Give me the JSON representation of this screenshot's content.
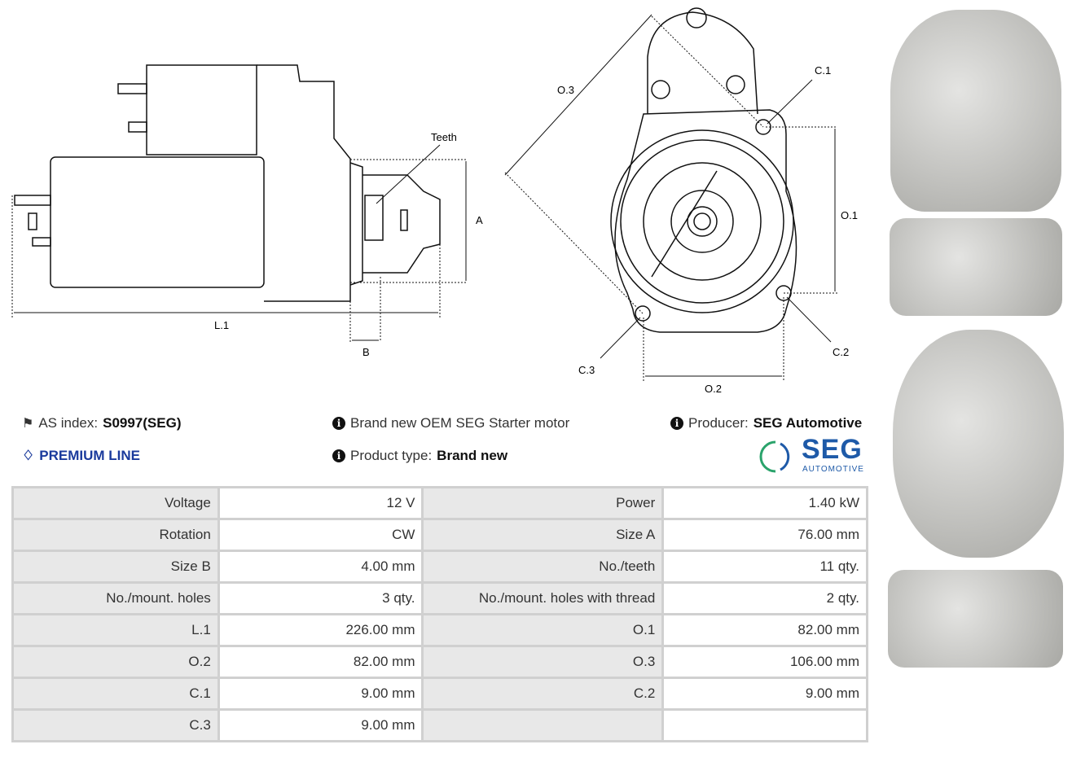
{
  "drawing_labels": {
    "teeth": "Teeth",
    "a": "A",
    "b": "B",
    "l1": "L.1",
    "o1": "O.1",
    "o2": "O.2",
    "o3": "O.3",
    "c1": "C.1",
    "c2": "C.2",
    "c3": "C.3"
  },
  "info": {
    "as_index_label": "AS index:",
    "as_index_value": "S0997(SEG)",
    "premium": "PREMIUM LINE",
    "description": "Brand new OEM SEG Starter motor",
    "product_type_label": "Product type:",
    "product_type_value": "Brand new",
    "producer_label": "Producer:",
    "producer_value": "SEG Automotive",
    "logo_text": "SEG",
    "logo_sub": "AUTOMOTIVE"
  },
  "colors": {
    "premium": "#1a3a9c",
    "logo_blue": "#1e5aa8",
    "logo_green": "#2aa36b"
  },
  "specs": [
    [
      "Voltage",
      "12 V",
      "Power",
      "1.40 kW"
    ],
    [
      "Rotation",
      "CW",
      "Size A",
      "76.00 mm"
    ],
    [
      "Size B",
      "4.00 mm",
      "No./teeth",
      "11 qty."
    ],
    [
      "No./mount. holes",
      "3 qty.",
      "No./mount. holes with thread",
      "2 qty."
    ],
    [
      "L.1",
      "226.00 mm",
      "O.1",
      "82.00 mm"
    ],
    [
      "O.2",
      "82.00 mm",
      "O.3",
      "106.00 mm"
    ],
    [
      "C.1",
      "9.00 mm",
      "C.2",
      "9.00 mm"
    ],
    [
      "C.3",
      "9.00 mm",
      "",
      ""
    ]
  ]
}
